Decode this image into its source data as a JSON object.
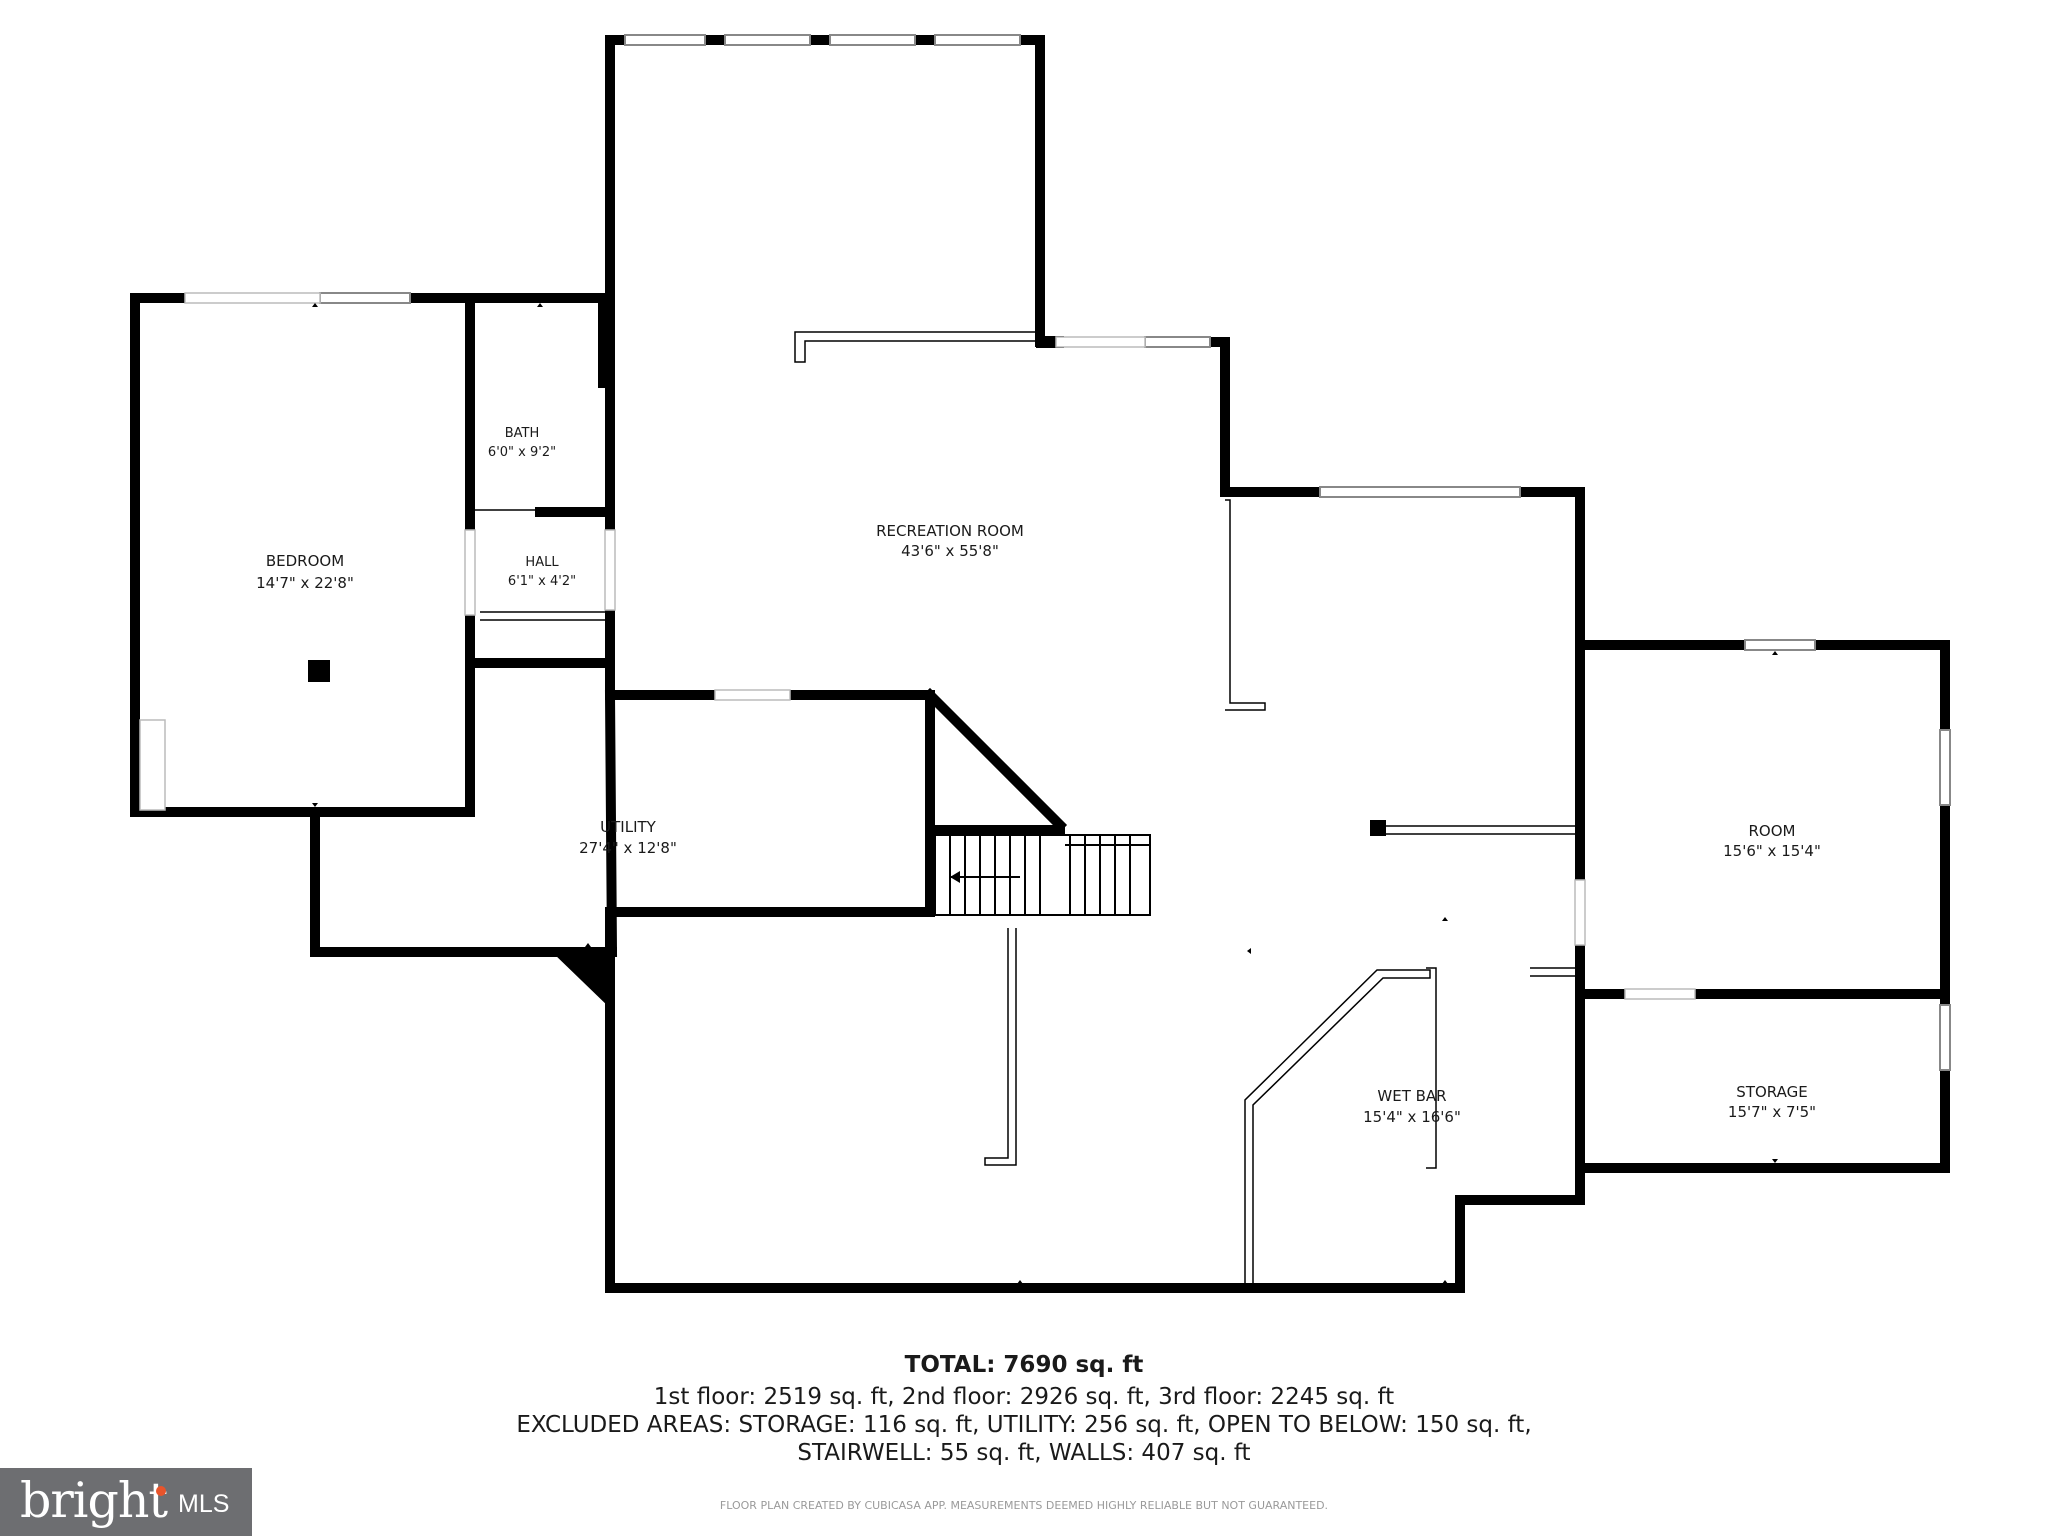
{
  "rooms": {
    "bedroom": {
      "name": "BEDROOM",
      "dims": "14'7\" x 22'8\""
    },
    "bath": {
      "name": "BATH",
      "dims": "6'0\" x 9'2\""
    },
    "hall": {
      "name": "HALL",
      "dims": "6'1\" x 4'2\""
    },
    "recreation": {
      "name": "RECREATION ROOM",
      "dims": "43'6\" x 55'8\""
    },
    "utility": {
      "name": "UTILITY",
      "dims": "27'4\" x 12'8\""
    },
    "room": {
      "name": "ROOM",
      "dims": "15'6\" x 15'4\""
    },
    "storage": {
      "name": "STORAGE",
      "dims": "15'7\" x 7'5\""
    },
    "wetbar": {
      "name": "WET BAR",
      "dims": "15'4\" x 16'6\""
    }
  },
  "summary": {
    "total": "TOTAL: 7690 sq. ft",
    "line1": "1st floor: 2519 sq. ft, 2nd floor: 2926 sq. ft, 3rd floor: 2245 sq. ft",
    "line2": "EXCLUDED AREAS: STORAGE: 116 sq. ft, UTILITY: 256 sq. ft, OPEN TO BELOW: 150 sq. ft,",
    "line3": "STAIRWELL: 55 sq. ft, WALLS: 407 sq. ft"
  },
  "disclaimer": "FLOOR PLAN CREATED BY CUBICASA APP. MEASUREMENTS DEEMED HIGHLY RELIABLE BUT NOT GUARANTEED.",
  "logo": {
    "word": "bright",
    "suffix": "MLS"
  },
  "colors": {
    "wall": "#000000",
    "logo_bg": "#6d6e71",
    "logo_accent": "#e8542b"
  }
}
